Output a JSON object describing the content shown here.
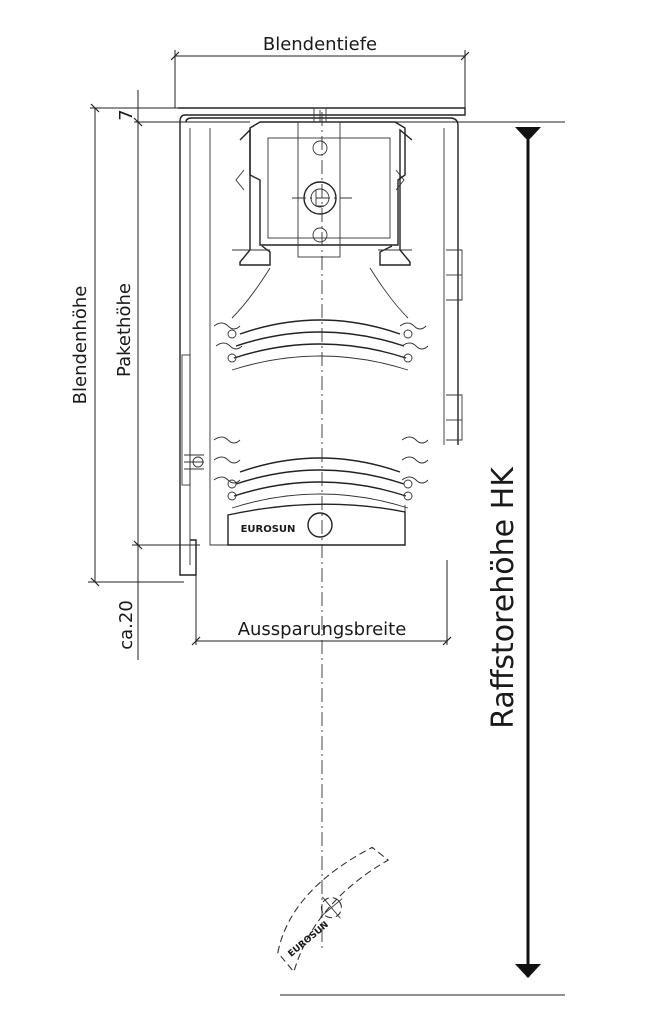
{
  "labels": {
    "blendentiefe": "Blendentiefe",
    "dim_7": "7",
    "blendenhoehe": "Blendenhöhe",
    "pakethoehe": "Pakethöhe",
    "ca20": "ca.20",
    "aussparungsbreite": "Aussparungsbreite",
    "raffstorehoehe": "Raffstorehöhe HK",
    "brand_lower": "EUROSUN",
    "brand_tilted": "EUROSUN"
  }
}
